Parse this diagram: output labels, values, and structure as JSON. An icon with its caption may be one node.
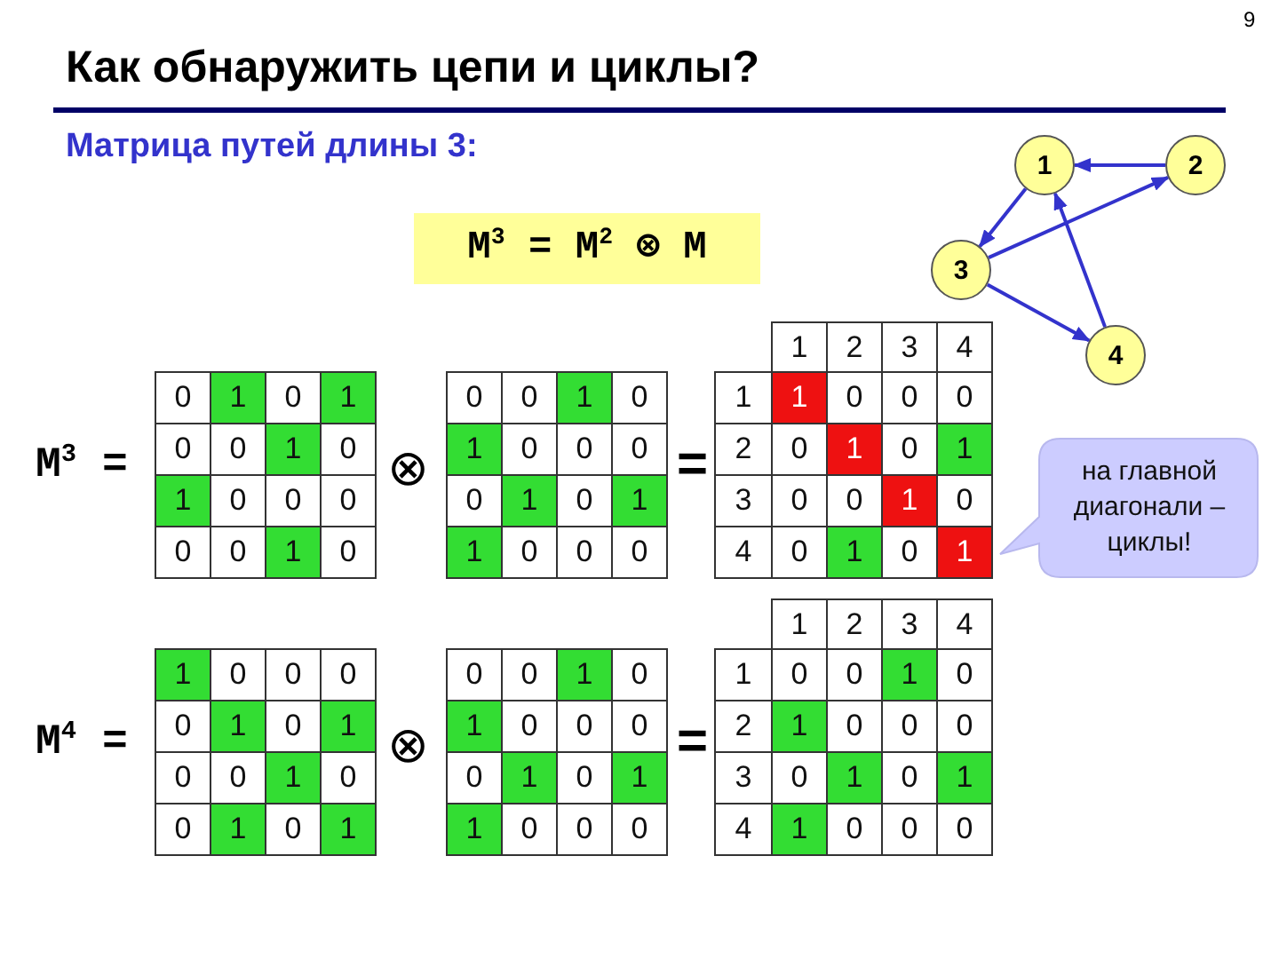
{
  "diagram": {
    "title": "Как обнаружить цепи и циклы?",
    "nodes": [
      {
        "text": [
          "1"
        ]
      },
      {
        "text": [
          "2"
        ]
      },
      {
        "text": [
          "3"
        ]
      },
      {
        "text": [
          "4"
        ]
      },
      {
        "text": [
          "на главной диагонали – циклы!"
        ]
      }
    ],
    "edges": [
      {
        "from": 1,
        "to": 0,
        "arrow": "to"
      },
      {
        "from": 0,
        "to": 2,
        "arrow": "to"
      },
      {
        "from": 2,
        "to": 1,
        "arrow": "to"
      },
      {
        "from": 2,
        "to": 3,
        "arrow": "to"
      },
      {
        "from": 3,
        "to": 0,
        "arrow": "to"
      }
    ],
    "labels": [
      "9",
      "Матрица путей длины 3:",
      "M$^{3}$ = M$^{2}$ ⊗ M",
      "M$^{3}$ =",
      "0",
      "1",
      "0",
      "1",
      "0",
      "0",
      "1",
      "0",
      "1",
      "0",
      "0",
      "0",
      "0",
      "0",
      "1",
      "0",
      "⊗",
      "0",
      "0",
      "1",
      "0",
      "1",
      "0",
      "0",
      "0",
      "0",
      "1",
      "0",
      "1",
      "1",
      "0",
      "0",
      "0",
      "=",
      "1",
      "2",
      "3",
      "4",
      "1",
      "1",
      "0",
      "0",
      "0",
      "2",
      "0",
      "1",
      "0",
      "1",
      "3",
      "0",
      "0",
      "1",
      "0",
      "4",
      "0",
      "1",
      "0",
      "1",
      "M$^{4}$ =",
      "1",
      "0",
      "0",
      "0",
      "0",
      "1",
      "0",
      "1",
      "0",
      "0",
      "1",
      "0",
      "0",
      "1",
      "0",
      "1",
      "⊗",
      "0",
      "0",
      "1",
      "0",
      "1",
      "0",
      "0",
      "0",
      "0",
      "1",
      "0",
      "1",
      "1",
      "0",
      "0",
      "0",
      "=",
      "1",
      "2",
      "3",
      "4",
      "1",
      "0",
      "0",
      "1",
      "0",
      "2",
      "1",
      "0",
      "0",
      "0",
      "3",
      "0",
      "1",
      "0",
      "1",
      "4",
      "1",
      "0",
      "0",
      "0"
    ]
  }
}
